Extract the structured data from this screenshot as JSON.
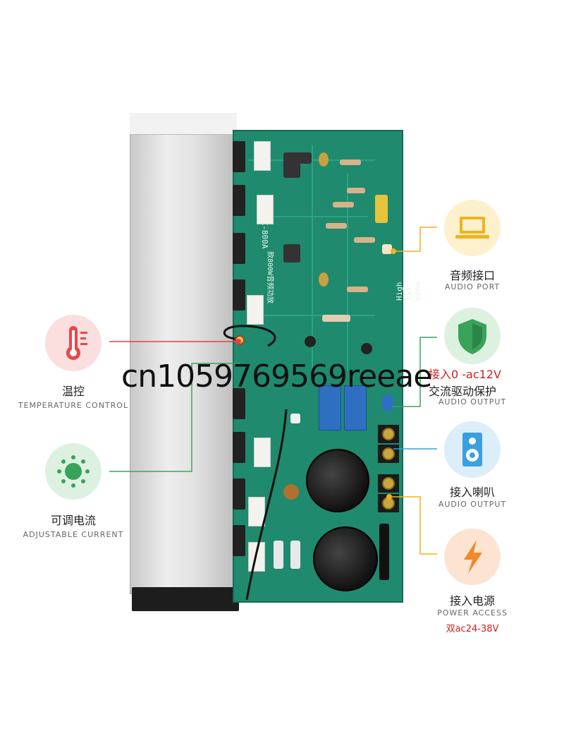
{
  "board": {
    "label_model": "DX-800A",
    "label_cn": "款800W音频功放",
    "label_mono": "High fax mono"
  },
  "features": {
    "temperature": {
      "cn": "温控",
      "en": "TEMPERATURE CONTROL",
      "icon": "thermometer-icon",
      "color": "#e8474b"
    },
    "current": {
      "cn": "可调电流",
      "en": "ADJUSTABLE CURRENT",
      "icon": "sun-dial-icon",
      "color": "#3aa35a"
    },
    "audio_port": {
      "cn": "音频接口",
      "en": "AUDIO PORT",
      "icon": "laptop-icon",
      "color": "#f0b21e"
    },
    "protection": {
      "cn": "交流驱动保护",
      "en": "AUDIO OUTPUT",
      "red": "接入0 -ac12V",
      "icon": "shield-icon",
      "color": "#3aa35a"
    },
    "speaker": {
      "cn": "接入喇叭",
      "en": "AUDIO OUTPUT",
      "icon": "speaker-icon",
      "color": "#3aa0e0"
    },
    "power": {
      "cn": "接入电源",
      "en": "POWER ACCESS",
      "red": "双ac24-38V",
      "icon": "lightning-icon",
      "color": "#f08a2a"
    }
  },
  "watermark": "cn1059769569reeae"
}
